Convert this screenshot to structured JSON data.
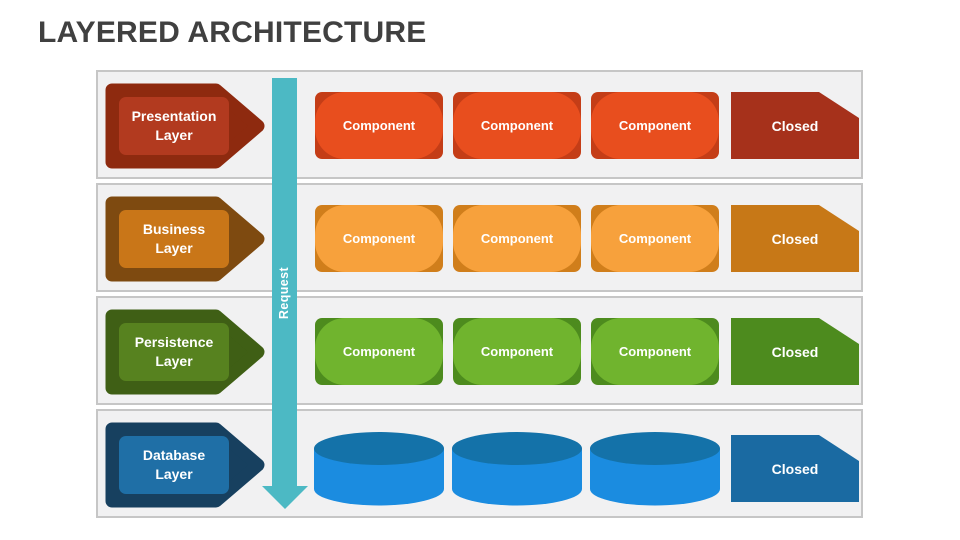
{
  "title": "LAYERED ARCHITECTURE",
  "request_label": "Request",
  "theme": {
    "title-color": "#404040",
    "panel-bg": "#f1f1f2",
    "panel-border": "#c6c6c6",
    "request": "#4cb9c4",
    "shape-text": "#ffffff"
  },
  "layers": [
    {
      "label_line1": "Presentation",
      "label_line2": "Layer",
      "components": [
        "Component",
        "Component",
        "Component"
      ],
      "closed_label": "Closed",
      "colors": {
        "arrow-outer": "#8e2a0f",
        "arrow-inner": "#b23a1f",
        "comp-outer": "#c43d17",
        "comp-inner": "#e84e1e",
        "closed": "#a6311b"
      }
    },
    {
      "label_line1": "Business",
      "label_line2": "Layer",
      "components": [
        "Component",
        "Component",
        "Component"
      ],
      "closed_label": "Closed",
      "colors": {
        "arrow-outer": "#7e4a10",
        "arrow-inner": "#c97618",
        "comp-outer": "#d07e1b",
        "comp-inner": "#f7a13c",
        "closed": "#c77817"
      }
    },
    {
      "label_line1": "Persistence",
      "label_line2": "Layer",
      "components": [
        "Component",
        "Component",
        "Component"
      ],
      "closed_label": "Closed",
      "colors": {
        "arrow-outer": "#3f5f15",
        "arrow-inner": "#57821f",
        "comp-outer": "#4d8b1e",
        "comp-inner": "#70b42e",
        "closed": "#4d8b1e"
      }
    },
    {
      "label_line1": "Database",
      "label_line2": "Layer",
      "components": [],
      "closed_label": "Closed",
      "colors": {
        "arrow-outer": "#17405f",
        "arrow-inner": "#1f6fa6",
        "db-body": "#1b8ce0",
        "db-top": "#1472a9",
        "closed": "#1a6aa2"
      }
    }
  ]
}
